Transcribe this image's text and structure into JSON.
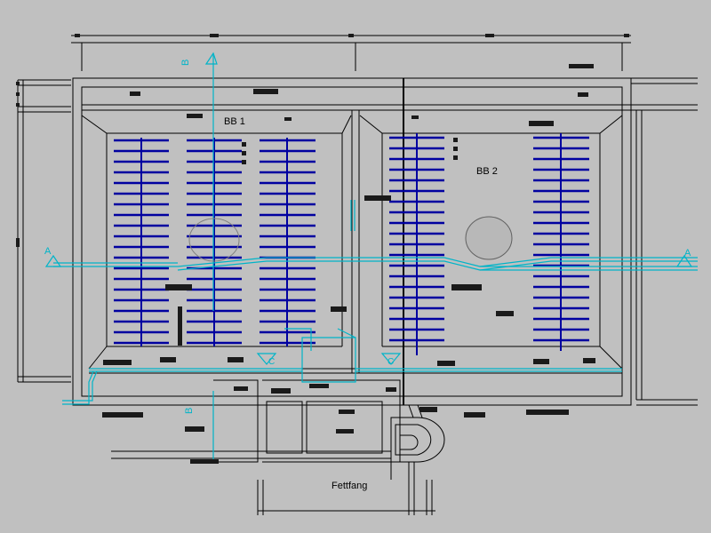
{
  "drawing": {
    "basin_1_label": "BB 1",
    "basin_2_label": "BB 2",
    "grease_trap_label": "Fettfang",
    "section_a_label": "A",
    "section_b_label": "B",
    "section_c_label": "C"
  },
  "colors": {
    "background": "#c0c0c0",
    "lines": "#000000",
    "aeration_grid": "#0000a0",
    "piping": "#00b4c8",
    "text_boxes": "#1a1a1a"
  }
}
